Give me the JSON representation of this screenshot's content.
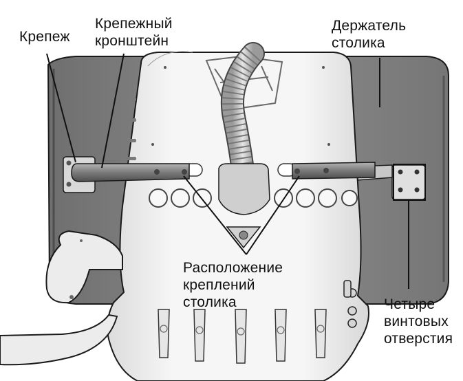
{
  "labels": {
    "fastener": "Крепеж",
    "mounting_bracket": "Крепежный\nкронштейн",
    "table_holder": "Держатель\nстолика",
    "table_mount_location": "Расположение\nкреплений\nстолика",
    "four_screw_holes": "Четыре\nвинтовых\nотверстия"
  },
  "colors": {
    "outline": "#1a1a1a",
    "tray": "#7f7f7f",
    "tray_dark": "#5e5e5e",
    "body": "#f1f1f1",
    "body_shadow": "#cfcfcf",
    "bar": "#8a8a8a",
    "callout_line": "#111111"
  }
}
